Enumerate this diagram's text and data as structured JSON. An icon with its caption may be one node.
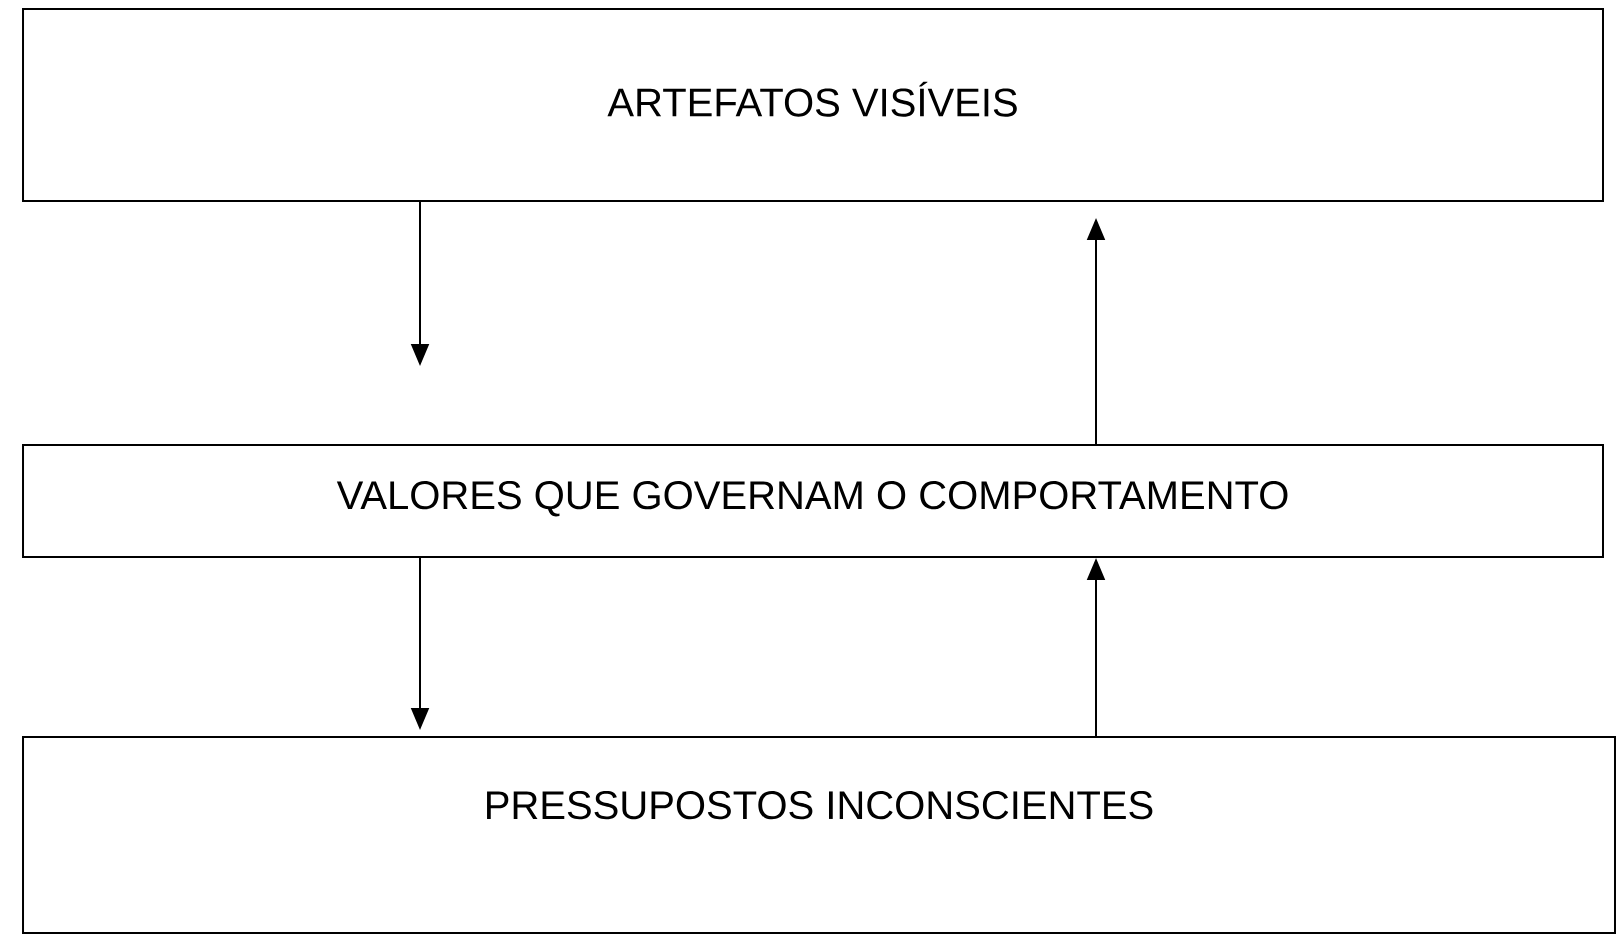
{
  "diagram": {
    "nodes": [
      {
        "text": [
          "ARTEFATOS VISÍVEIS"
        ]
      },
      {
        "text": [
          "VALORES QUE GOVERNAM O COMPORTAMENTO"
        ]
      },
      {
        "text": [
          "PRESSUPOSTOS INCONSCIENTES"
        ]
      }
    ],
    "edges": [
      {
        "from": 0,
        "to": 1,
        "arrow": "to"
      },
      {
        "from": 1,
        "to": 0,
        "arrow": "to"
      },
      {
        "from": 1,
        "to": 2,
        "arrow": "to"
      },
      {
        "from": 2,
        "to": 1,
        "arrow": "to"
      }
    ]
  }
}
